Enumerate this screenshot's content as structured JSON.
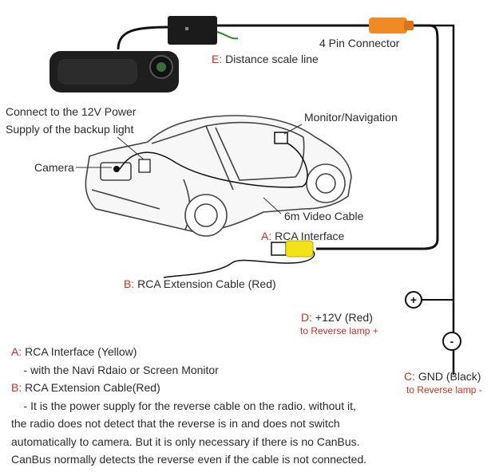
{
  "labels": {
    "distance_scale": {
      "prefix": "E:",
      "text": " Distance scale line"
    },
    "four_pin": "4 Pin Connector",
    "connect_power_l1": "Connect to the 12V Power",
    "connect_power_l2": "Supply of the backup light",
    "monitor": "Monitor/Navigation",
    "camera": "Camera",
    "video_cable": "6m Video Cable",
    "rca_interface": {
      "prefix": "A:",
      "text": " RCA Interface"
    },
    "rca_extension": {
      "prefix": "B:",
      "text": " RCA Extension Cable (Red)"
    },
    "plus12v": {
      "prefix": "D:",
      "text": " +12V (Red)",
      "sub": "to Reverse lamp +"
    },
    "gnd": {
      "prefix": "C:",
      "text": " GND (Black)",
      "sub": "to Reverse lamp -"
    }
  },
  "symbols": {
    "plus": "+",
    "minus": "-"
  },
  "notes": [
    {
      "prefix": "A:",
      "text": " RCA Interface (Yellow)"
    },
    {
      "prefix": "",
      "text": "    - with the Navi Rdaio or Screen Monitor"
    },
    {
      "prefix": "B:",
      "text": " RCA Extension Cable(Red)"
    },
    {
      "prefix": "",
      "text": "    - It is the power supply for the reverse cable on the radio. without it,"
    },
    {
      "prefix": "",
      "text": "the radio does not detect that the reverse is in and does not switch"
    },
    {
      "prefix": "",
      "text": "automatically to camera. But it is only necessary if there is no CanBus."
    },
    {
      "prefix": "",
      "text": "CanBus normally detects the reverse even if the cable is not connected."
    }
  ],
  "colors": {
    "accent_red": "#d32b1e",
    "connector_orange": "#f08a24",
    "rca_yellow": "#f2e318",
    "wire": "#111111"
  }
}
